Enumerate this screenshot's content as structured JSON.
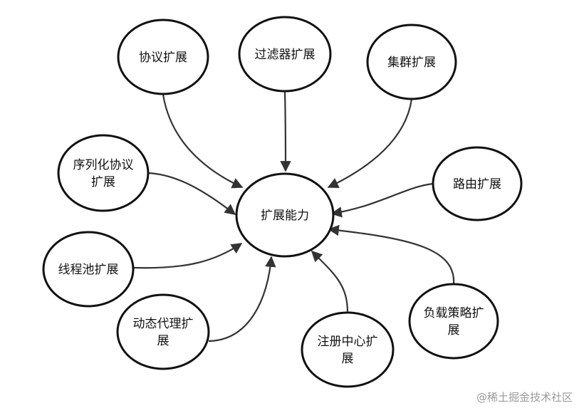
{
  "diagram": {
    "center": {
      "id": "center",
      "label": "扩展能力"
    },
    "nodes": [
      {
        "id": "protocol",
        "lines": [
          "协议扩展"
        ]
      },
      {
        "id": "filter",
        "lines": [
          "过滤器扩展"
        ]
      },
      {
        "id": "cluster",
        "lines": [
          "集群扩展"
        ]
      },
      {
        "id": "serialization",
        "lines": [
          "序列化协议",
          "扩展"
        ]
      },
      {
        "id": "router",
        "lines": [
          "路由扩展"
        ]
      },
      {
        "id": "threadpool",
        "lines": [
          "线程池扩展"
        ]
      },
      {
        "id": "loadbalance",
        "lines": [
          "负载策略扩",
          "展"
        ]
      },
      {
        "id": "proxy",
        "lines": [
          "动态代理扩",
          "展"
        ]
      },
      {
        "id": "registry",
        "lines": [
          "注册中心扩",
          "展"
        ]
      }
    ],
    "edges": [
      {
        "from": "protocol",
        "to": "center"
      },
      {
        "from": "filter",
        "to": "center"
      },
      {
        "from": "cluster",
        "to": "center"
      },
      {
        "from": "serialization",
        "to": "center"
      },
      {
        "from": "router",
        "to": "center"
      },
      {
        "from": "threadpool",
        "to": "center"
      },
      {
        "from": "loadbalance",
        "to": "center"
      },
      {
        "from": "proxy",
        "to": "center"
      },
      {
        "from": "registry",
        "to": "center"
      }
    ]
  },
  "watermark": "@稀土掘金技术社区"
}
